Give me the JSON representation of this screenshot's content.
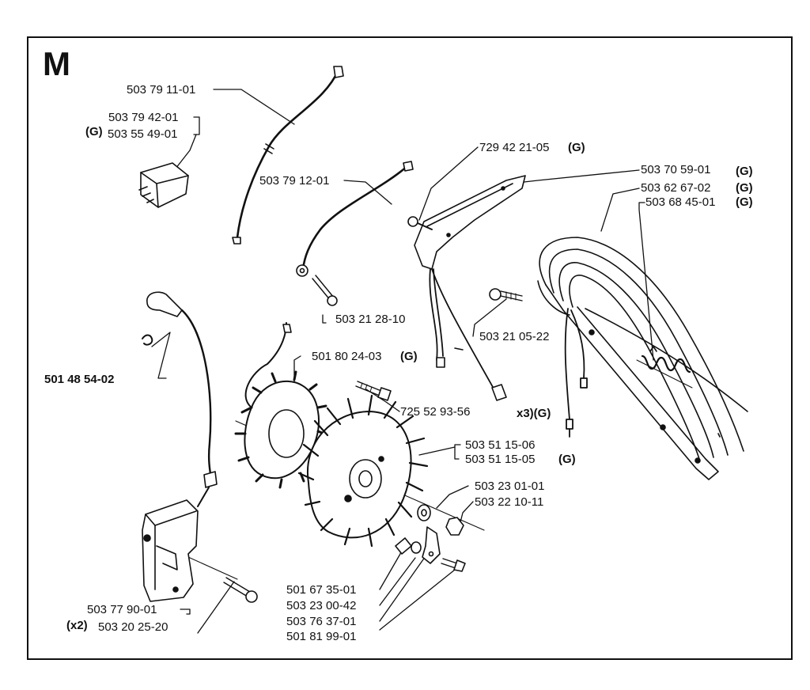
{
  "section": "M",
  "variant_marker": "(G)",
  "qty_marker_x3": "x3)(G)",
  "qty_marker_x2": "(x2)",
  "parts": {
    "cable_upper": "503 79 11-01",
    "switch_a": "503 79 42-01",
    "switch_b": "503 55 49-01",
    "cable_lower": "503 79 12-01",
    "screw_cable": "503 21 28-10",
    "screw_handle_top": "729 42 21-05",
    "handle_guard": "503 70 59-01",
    "front_handle": "503 62 67-02",
    "spring": "503 68 45-01",
    "screw_handle": "503 21 05-22",
    "spark_cap": "501 48 54-02",
    "stator": "501 80 24-03",
    "screw_flywheel": "725 52 93-56",
    "flywheel_a": "503 51 15-06",
    "flywheel_b": "503 51 15-05",
    "washer": "503 23 01-01",
    "nut": "503 22 10-11",
    "key": "501 67 35-01",
    "washer_small": "503 23 00-42",
    "pawl": "503 76 37-01",
    "pawl_screw": "501 81 99-01",
    "ignition_module": "503 77 90-01",
    "module_screw": "503 20 25-20"
  }
}
